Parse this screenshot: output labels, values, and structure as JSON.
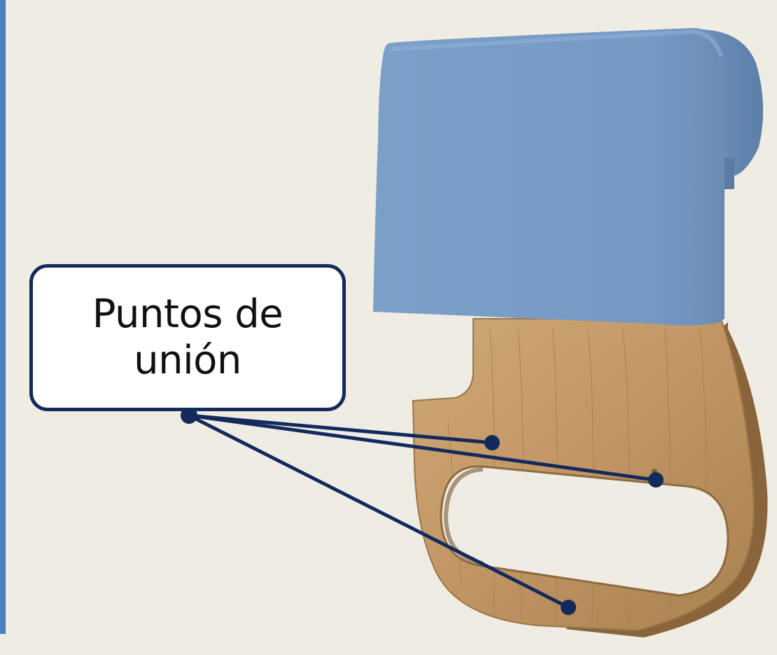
{
  "callout": {
    "line1": "Puntos de",
    "line2": "unión"
  },
  "colors": {
    "background": "#efece3",
    "accent_rule": "#4f80c0",
    "cover": "#7a9ec7",
    "wood": "#c49a68",
    "leader": "#132a5c"
  },
  "illustration": {
    "parts": [
      "blue-cover",
      "wooden-plate"
    ],
    "join_points": 3
  }
}
